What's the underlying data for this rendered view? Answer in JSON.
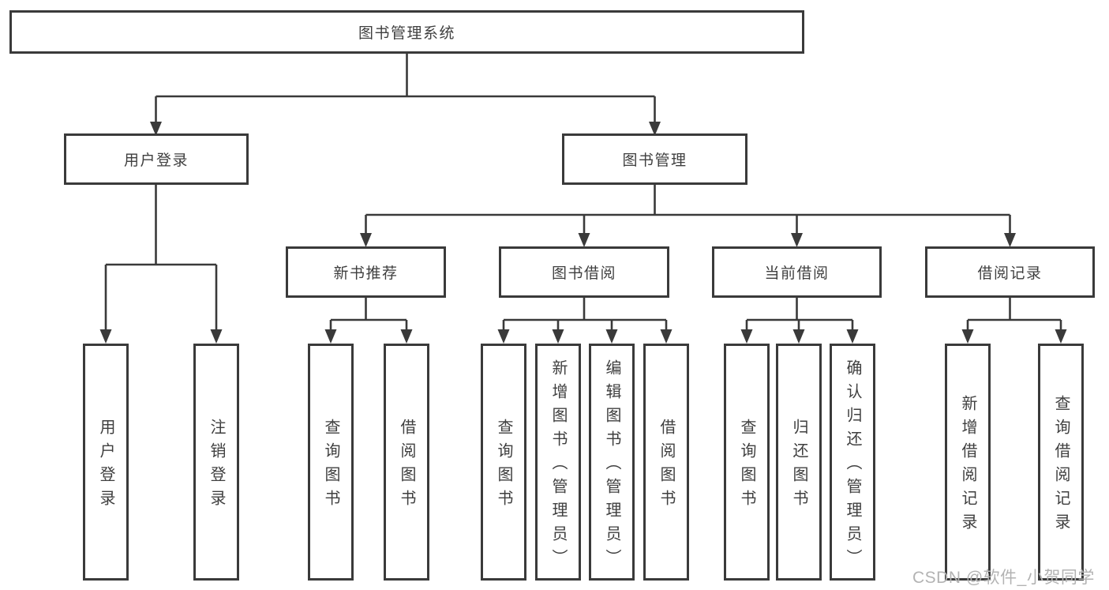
{
  "diagram": {
    "root": {
      "label": "图书管理系统"
    },
    "level2": [
      {
        "label": "用户登录"
      },
      {
        "label": "图书管理"
      }
    ],
    "level3": [
      {
        "label": "新书推荐",
        "parent": "图书管理"
      },
      {
        "label": "图书借阅",
        "parent": "图书管理"
      },
      {
        "label": "当前借阅",
        "parent": "图书管理"
      },
      {
        "label": "借阅记录",
        "parent": "图书管理"
      }
    ],
    "leaves": [
      {
        "label": "用户登录",
        "parent": "用户登录"
      },
      {
        "label": "注销登录",
        "parent": "用户登录"
      },
      {
        "label": "查询图书",
        "parent": "新书推荐"
      },
      {
        "label": "借阅图书",
        "parent": "新书推荐"
      },
      {
        "label": "查询图书",
        "parent": "图书借阅"
      },
      {
        "label": "新增图书（管理员）",
        "parent": "图书借阅"
      },
      {
        "label": "编辑图书（管理员）",
        "parent": "图书借阅"
      },
      {
        "label": "借阅图书",
        "parent": "图书借阅"
      },
      {
        "label": "查询图书",
        "parent": "当前借阅"
      },
      {
        "label": "归还图书",
        "parent": "当前借阅"
      },
      {
        "label": "确认归还（管理员）",
        "parent": "当前借阅"
      },
      {
        "label": "新增借阅记录",
        "parent": "借阅记录"
      },
      {
        "label": "查询借阅记录",
        "parent": "借阅记录"
      }
    ],
    "watermark": "CSDN @软件_小贺同学",
    "colors": {
      "line": "#3a3a3a",
      "text": "#3f3f3f",
      "watermark": "#b3b3b3",
      "background": "#ffffff"
    }
  }
}
